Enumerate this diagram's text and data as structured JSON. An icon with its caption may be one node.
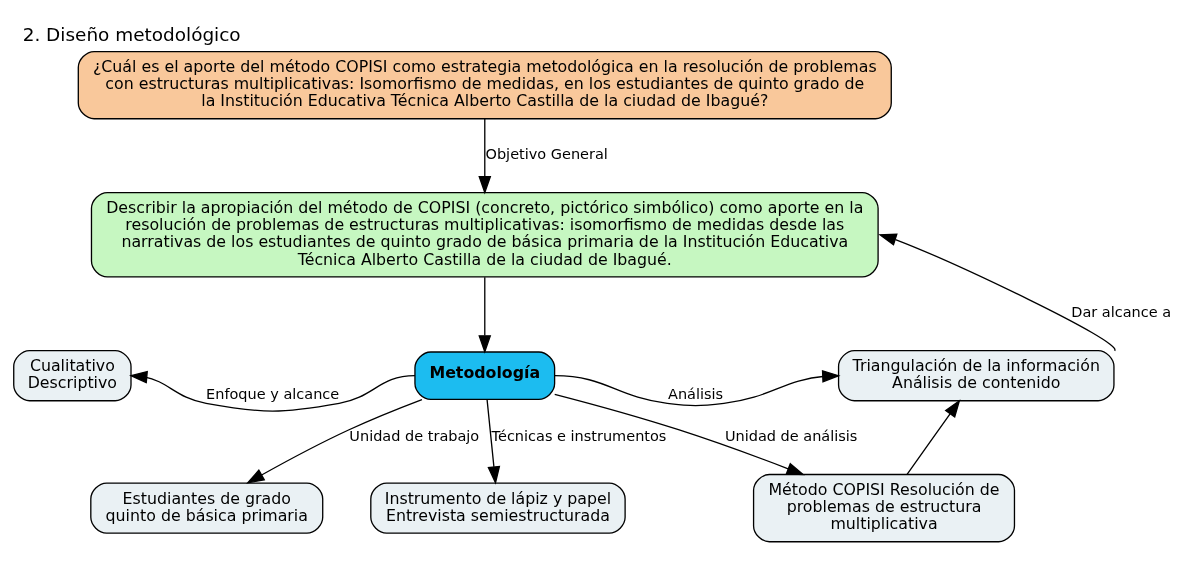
{
  "diagram": {
    "title": "2. Diseño metodológico",
    "nodes": [
      {
        "text": [
          "¿Cuál es el aporte del método COPISI como estrategia metodológica en la resolución de problemas con estructuras multiplicativas: Isomorfismo de medidas, en los estudiantes de quinto grado de la Institución Educativa Técnica Alberto Castilla de la ciudad de Ibagué?"
        ]
      },
      {
        "text": [
          "Describir la apropiación del método de COPISI (concreto, pictórico simbólico) como aporte en la resolución de problemas de estructuras multiplicativas: isomorfismo de medidas desde las narrativas de los estudiantes de quinto grado de básica primaria de la Institución Educativa Técnica Alberto Castilla de la ciudad de Ibagué."
        ]
      },
      {
        "text": [
          "Metodología"
        ]
      },
      {
        "text": [
          "Cualitativo Descriptivo"
        ]
      },
      {
        "text": [
          "Estudiantes de grado quinto de básica primaria"
        ]
      },
      {
        "text": [
          "Instrumento de lápiz y papel Entrevista semiestructurada"
        ]
      },
      {
        "text": [
          "Método COPISI Resolución de problemas de estructura multiplicativa"
        ]
      },
      {
        "text": [
          "Triangulación de la información Análisis de contenido"
        ]
      }
    ],
    "edges": [
      {
        "from": 0,
        "to": 1,
        "arrow": "to",
        "label": "Objetivo General"
      },
      {
        "from": 1,
        "to": 2,
        "arrow": "to"
      },
      {
        "from": 2,
        "to": 3,
        "arrow": "to",
        "label": "Enfoque y alcance"
      },
      {
        "from": 2,
        "to": 4,
        "arrow": "to",
        "label": "Unidad de trabajo"
      },
      {
        "from": 2,
        "to": 5,
        "arrow": "to",
        "label": "Técnicas e instrumentos"
      },
      {
        "from": 2,
        "to": 6,
        "arrow": "to",
        "label": "Unidad de análisis"
      },
      {
        "from": 2,
        "to": 7,
        "arrow": "to",
        "label": "Análisis"
      },
      {
        "from": 6,
        "to": 7,
        "arrow": "to"
      },
      {
        "from": 7,
        "to": 1,
        "arrow": "to",
        "label": "Dar alcance a"
      }
    ]
  }
}
